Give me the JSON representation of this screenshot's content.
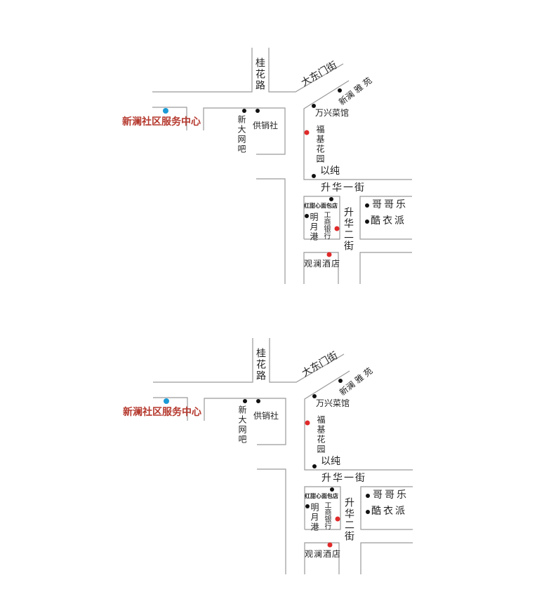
{
  "maps": [
    {
      "title": "新澜社区服务中心",
      "roads": {
        "guihua": "桂花路",
        "dadongmen": "大东门街",
        "shenghua1": "升华一街",
        "shenghua2": "升华二街"
      },
      "places": {
        "xindawangba": "新大网吧",
        "gongxiaoshe": "供销社",
        "xinlanyayuan": "新澜 雅 苑",
        "wanxing": "万兴菜馆",
        "fuji": "福基花园",
        "yichun": "以纯",
        "hongtianxin": "红甜心面包店",
        "mingyuegang": "明月港",
        "gongshang": "工商银行",
        "gegele": "哥哥乐",
        "kuyipai": "酷衣派",
        "guanlan": "观澜酒店"
      }
    }
  ],
  "colors": {
    "center_dot": "#1a9ad6",
    "red_dot": "#e02a2a",
    "black_dot": "#111111",
    "center_text": "#b5392e",
    "road_line": "#999999"
  }
}
